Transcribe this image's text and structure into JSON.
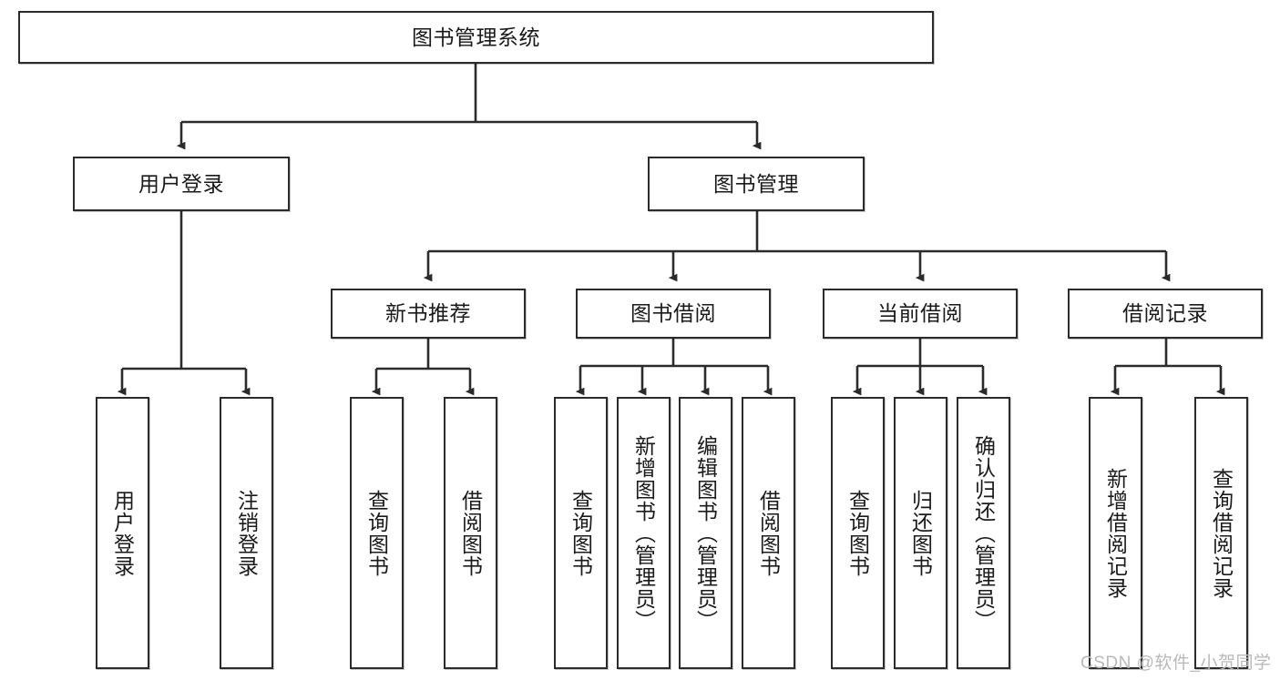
{
  "diagram": {
    "title": "图书管理系统",
    "type": "hierarchy-tree",
    "orientation": "top-down",
    "style": {
      "box_border_color": "#2b2b2b",
      "box_fill_color": "#ffffff",
      "edge_color": "#2b2b2b",
      "text_color": "#1a1a1a",
      "background_color": "#ffffff"
    }
  },
  "nodes": {
    "root": {
      "label": "图书管理系统",
      "level": 1
    },
    "level2": [
      {
        "id": "user-login",
        "label": "用户登录"
      },
      {
        "id": "book-manage",
        "label": "图书管理"
      }
    ],
    "level3": [
      {
        "id": "new-book-recommend",
        "label": "新书推荐"
      },
      {
        "id": "book-borrow",
        "label": "图书借阅"
      },
      {
        "id": "current-borrow",
        "label": "当前借阅"
      },
      {
        "id": "borrow-record",
        "label": "借阅记录"
      }
    ],
    "leaves": {
      "user_login": [
        {
          "id": "leaf-user-login",
          "label": "用户登录"
        },
        {
          "id": "leaf-logout-login",
          "label": "注销登录"
        }
      ],
      "new_book_recommend": [
        {
          "id": "leaf-query-book-1",
          "label": "查询图书"
        },
        {
          "id": "leaf-borrow-book-1",
          "label": "借阅图书"
        }
      ],
      "book_borrow": [
        {
          "id": "leaf-query-book-2",
          "label": "查询图书"
        },
        {
          "id": "leaf-add-book",
          "label": "新增图书（管理员）"
        },
        {
          "id": "leaf-edit-book",
          "label": "编辑图书（管理员）"
        },
        {
          "id": "leaf-borrow-book-2",
          "label": "借阅图书"
        }
      ],
      "current_borrow": [
        {
          "id": "leaf-query-book-3",
          "label": "查询图书"
        },
        {
          "id": "leaf-return-book",
          "label": "归还图书"
        },
        {
          "id": "leaf-confirm-return",
          "label": "确认归还（管理员）"
        }
      ],
      "borrow_record": [
        {
          "id": "leaf-add-record",
          "label": "新增借阅记录"
        },
        {
          "id": "leaf-query-record",
          "label": "查询借阅记录"
        }
      ]
    }
  },
  "watermark": {
    "text": "CSDN @软件_小贺同学"
  }
}
